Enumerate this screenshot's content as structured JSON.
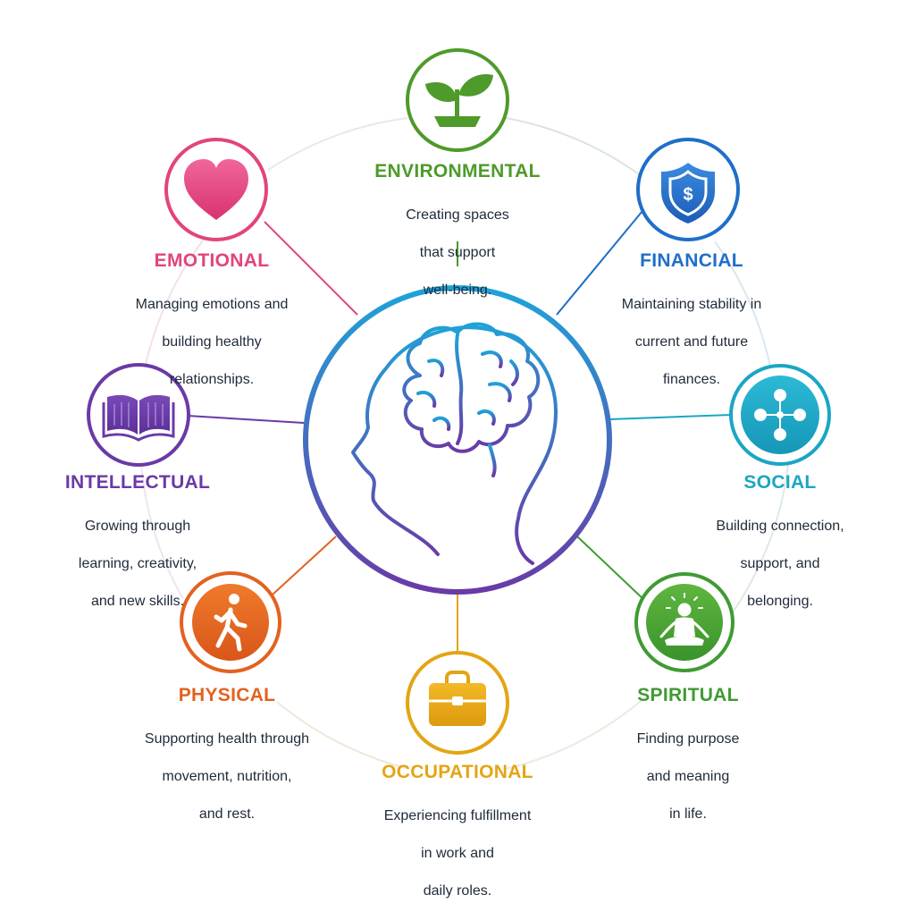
{
  "dimensions": {
    "environmental": {
      "title": "ENVIRONMENTAL",
      "line1": "Creating spaces",
      "line2": "that support",
      "line3": "well-being.",
      "color": "#4e9a2a",
      "icon": "sprout-icon"
    },
    "financial": {
      "title": "FINANCIAL",
      "line1": "Maintaining stability in",
      "line2": "current and future",
      "line3": "finances.",
      "color": "#1f6fc9",
      "icon": "shield-dollar-icon"
    },
    "social": {
      "title": "SOCIAL",
      "line1": "Building connection,",
      "line2": "support, and",
      "line3": "belonging.",
      "color": "#1aa6c4",
      "icon": "network-icon"
    },
    "spiritual": {
      "title": "SPIRITUAL",
      "line1": "Finding purpose",
      "line2": "and meaning",
      "line3": "in life.",
      "color": "#3f9b33",
      "icon": "meditation-icon"
    },
    "occupational": {
      "title": "OCCUPATIONAL",
      "line1": "Experiencing fulfillment",
      "line2": "in work and",
      "line3": "daily roles.",
      "color": "#e3a514",
      "icon": "briefcase-icon"
    },
    "physical": {
      "title": "PHYSICAL",
      "line1": "Supporting health through",
      "line2": "movement, nutrition,",
      "line3": "and rest.",
      "color": "#e2621f",
      "icon": "walking-person-icon"
    },
    "intellectual": {
      "title": "INTELLECTUAL",
      "line1": "Growing through",
      "line2": "learning, creativity,",
      "line3": "and new skills.",
      "color": "#6a3aa6",
      "icon": "open-book-icon"
    },
    "emotional": {
      "title": "EMOTIONAL",
      "line1": "Managing emotions and",
      "line2": "building healthy",
      "line3": "relationships.",
      "color": "#e2447e",
      "icon": "heart-icon"
    }
  },
  "center": {
    "icon": "head-brain-icon",
    "color_top": "#1ea3d8",
    "color_bottom": "#6a3aa6"
  }
}
